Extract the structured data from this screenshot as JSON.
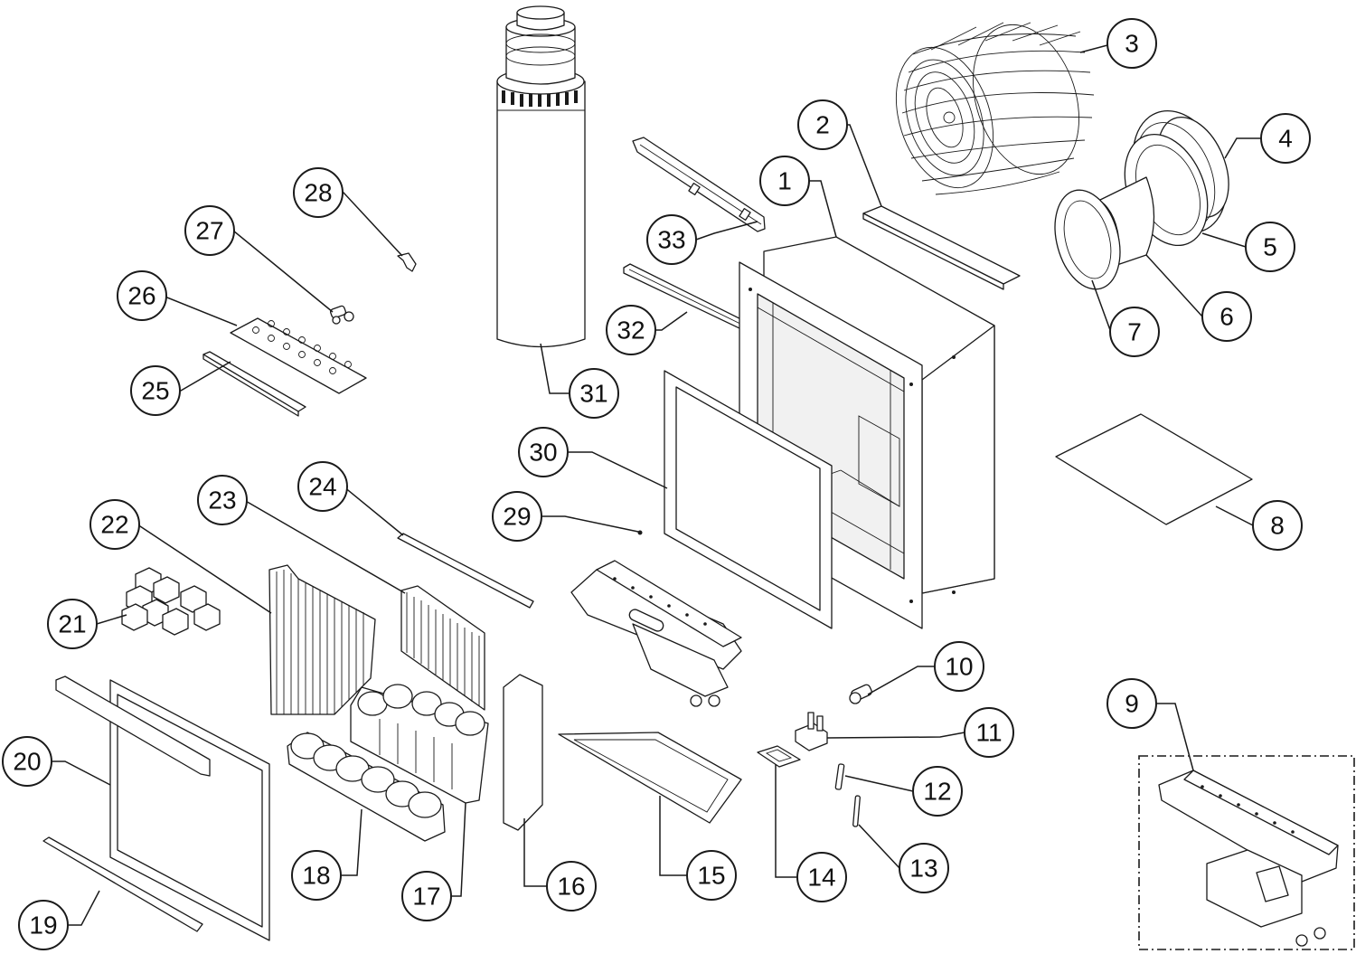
{
  "diagram": {
    "type": "exploded-parts-diagram",
    "callouts": [
      {
        "id": "c1",
        "label": "1"
      },
      {
        "id": "c2",
        "label": "2"
      },
      {
        "id": "c3",
        "label": "3"
      },
      {
        "id": "c4",
        "label": "4"
      },
      {
        "id": "c5",
        "label": "5"
      },
      {
        "id": "c6",
        "label": "6"
      },
      {
        "id": "c7",
        "label": "7"
      },
      {
        "id": "c8",
        "label": "8"
      },
      {
        "id": "c9",
        "label": "9"
      },
      {
        "id": "c10",
        "label": "10"
      },
      {
        "id": "c11",
        "label": "11"
      },
      {
        "id": "c12",
        "label": "12"
      },
      {
        "id": "c13",
        "label": "13"
      },
      {
        "id": "c14",
        "label": "14"
      },
      {
        "id": "c15",
        "label": "15"
      },
      {
        "id": "c16",
        "label": "16"
      },
      {
        "id": "c17",
        "label": "17"
      },
      {
        "id": "c18",
        "label": "18"
      },
      {
        "id": "c19",
        "label": "19"
      },
      {
        "id": "c20",
        "label": "20"
      },
      {
        "id": "c21",
        "label": "21"
      },
      {
        "id": "c22",
        "label": "22"
      },
      {
        "id": "c23",
        "label": "23"
      },
      {
        "id": "c24",
        "label": "24"
      },
      {
        "id": "c25",
        "label": "25"
      },
      {
        "id": "c26",
        "label": "26"
      },
      {
        "id": "c27",
        "label": "27"
      },
      {
        "id": "c28",
        "label": "28"
      },
      {
        "id": "c29",
        "label": "29"
      },
      {
        "id": "c30",
        "label": "30"
      },
      {
        "id": "c31",
        "label": "31"
      },
      {
        "id": "c32",
        "label": "32"
      },
      {
        "id": "c33",
        "label": "33"
      }
    ]
  }
}
